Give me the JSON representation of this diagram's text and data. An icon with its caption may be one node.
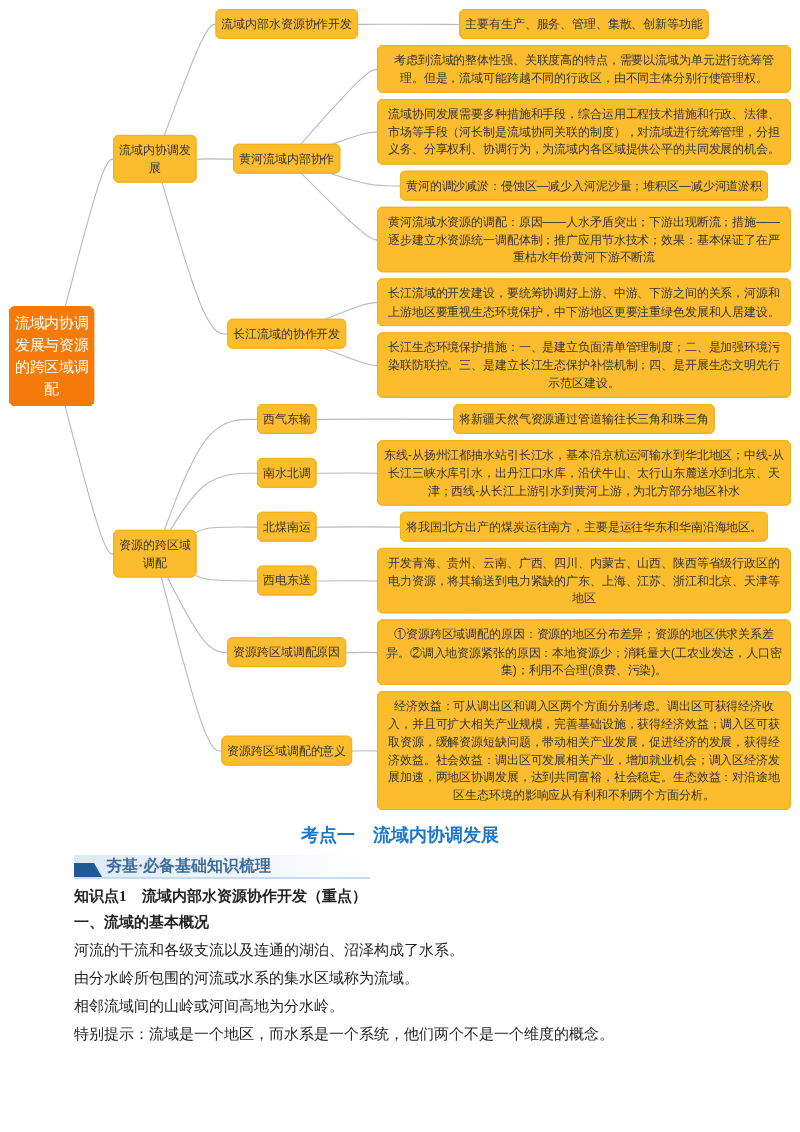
{
  "diagram": {
    "nodes": [
      {
        "text": [
          "流域内协调发展与资源的跨区域调配"
        ]
      },
      {
        "text": [
          "流域内协调发展"
        ]
      },
      {
        "text": [
          "流域内部水资源协作开发"
        ]
      },
      {
        "text": [
          "主要有生产、服务、管理、集散、创新等功能"
        ]
      },
      {
        "text": [
          "黄河流域内部协作"
        ]
      },
      {
        "text": [
          "考虑到流域的整体性强、关联度高的特点，需要以流域为单元进行统筹管理。但是，流域可能跨越不同的行政区，由不同主体分别行使管理权。"
        ]
      },
      {
        "text": [
          "流域协同发展需要多种措施和手段，综合运用工程技术措施和行政、法律、市场等手段（河长制是流域协同关联的制度），对流域进行统筹管理，分担义务、分享权利、协调行为，为流域内各区域提供公平的共同发展的机会。"
        ]
      },
      {
        "text": [
          "黄河的调沙减淤：侵蚀区—减少入河泥沙量；堆积区—减少河道淤积"
        ]
      },
      {
        "text": [
          "黄河流域水资源的调配：原因——人水矛盾突出；下游出现断流；措施——逐步建立水资源统一调配体制；推广应用节水技术；效果：基本保证了在严重枯水年份黄河下游不断流"
        ]
      },
      {
        "text": [
          "长江流域的协作开发"
        ]
      },
      {
        "text": [
          "长江流域的开发建设，要统筹协调好上游、中游、下游之间的关系，河源和上游地区要重视生态环境保护，中下游地区更要注重绿色发展和人居建设。"
        ]
      },
      {
        "text": [
          "长江生态环境保护措施：一、是建立负面清单管理制度；二、是加强环境污染联防联控。三、是建立长江生态保护补偿机制；四、是开展生态文明先行示范区建设。"
        ]
      },
      {
        "text": [
          "资源的跨区域调配"
        ]
      },
      {
        "text": [
          "西气东输"
        ]
      },
      {
        "text": [
          "将新疆天然气资源通过管道输往长三角和珠三角"
        ]
      },
      {
        "text": [
          "南水北调"
        ]
      },
      {
        "text": [
          "东线-从扬州江都抽水站引长江水，基本沿京杭运河输水到华北地区；中线-从长江三峡水库引水，出丹江口水库，沿伏牛山、太行山东麓送水到北京、天津；西线-从长江上游引水到黄河上游，为北方部分地区补水"
        ]
      },
      {
        "text": [
          "北煤南运"
        ]
      },
      {
        "text": [
          "将我国北方出产的煤炭运往南方，主要是运往华东和华南沿海地区。"
        ]
      },
      {
        "text": [
          "西电东送"
        ]
      },
      {
        "text": [
          "开发青海、贵州、云南、广西、四川、内蒙古、山西、陕西等省级行政区的电力资源，将其输送到电力紧缺的广东、上海、江苏、浙江和北京、天津等地区"
        ]
      },
      {
        "text": [
          "资源跨区域调配原因"
        ]
      },
      {
        "text": [
          "①资源跨区域调配的原因：资源的地区分布差异；资源的地区供求关系差异。②调入地资源紧张的原因：本地资源少；消耗量大(工农业发达，人口密集)；利用不合理(浪费、污染)。"
        ]
      },
      {
        "text": [
          "资源跨区域调配的意义"
        ]
      },
      {
        "text": [
          "经济效益：可从调出区和调入区两个方面分别考虑。调出区可获得经济收入，并且可扩大相关产业规模，完善基础设施，获得经济效益；调入区可获取资源，缓解资源短缺问题，带动相关产业发展，促进经济的发展，获得经济效益。社会效益：调出区可发展相关产业，增加就业机会；调入区经济发展加速，两地区协调发展，达到共同富裕，社会稳定。生态效益：对沿途地区生态环境的影响应从有利和不利两个方面分析。"
        ]
      }
    ],
    "edges": [
      {
        "from": 0,
        "to": 1,
        "arrow": "none"
      },
      {
        "from": 1,
        "to": 2,
        "arrow": "none"
      },
      {
        "from": 2,
        "to": 3,
        "arrow": "none"
      },
      {
        "from": 1,
        "to": 4,
        "arrow": "none"
      },
      {
        "from": 4,
        "to": 5,
        "arrow": "none"
      },
      {
        "from": 4,
        "to": 6,
        "arrow": "none"
      },
      {
        "from": 4,
        "to": 7,
        "arrow": "none"
      },
      {
        "from": 4,
        "to": 8,
        "arrow": "none"
      },
      {
        "from": 1,
        "to": 9,
        "arrow": "none"
      },
      {
        "from": 9,
        "to": 10,
        "arrow": "none"
      },
      {
        "from": 9,
        "to": 11,
        "arrow": "none"
      },
      {
        "from": 0,
        "to": 12,
        "arrow": "none"
      },
      {
        "from": 12,
        "to": 13,
        "arrow": "none"
      },
      {
        "from": 13,
        "to": 14,
        "arrow": "none"
      },
      {
        "from": 12,
        "to": 15,
        "arrow": "none"
      },
      {
        "from": 15,
        "to": 16,
        "arrow": "none"
      },
      {
        "from": 12,
        "to": 17,
        "arrow": "none"
      },
      {
        "from": 17,
        "to": 18,
        "arrow": "none"
      },
      {
        "from": 12,
        "to": 19,
        "arrow": "none"
      },
      {
        "from": 19,
        "to": 20,
        "arrow": "none"
      },
      {
        "from": 12,
        "to": 21,
        "arrow": "none"
      },
      {
        "from": 21,
        "to": 22,
        "arrow": "none"
      },
      {
        "from": 12,
        "to": 23,
        "arrow": "none"
      },
      {
        "from": 23,
        "to": 24,
        "arrow": "none"
      }
    ],
    "labels": [
      "考点一　流域内协调发展",
      "夯基·必备基础知识梳理",
      "知识点1　流域内部水资源协作开发（重点）",
      "一、流域的基本概况",
      "河流的干流和各级支流以及连通的湖泊、沼泽构成了水系。",
      "由分水岭所包围的河流或水系的集水区域称为流域。",
      "相邻流域间的山岭或河间高地为分水岭。",
      "特别提示：流域是一个地区，而水系是一个系统，他们两个不是一个维度的概念。"
    ]
  }
}
